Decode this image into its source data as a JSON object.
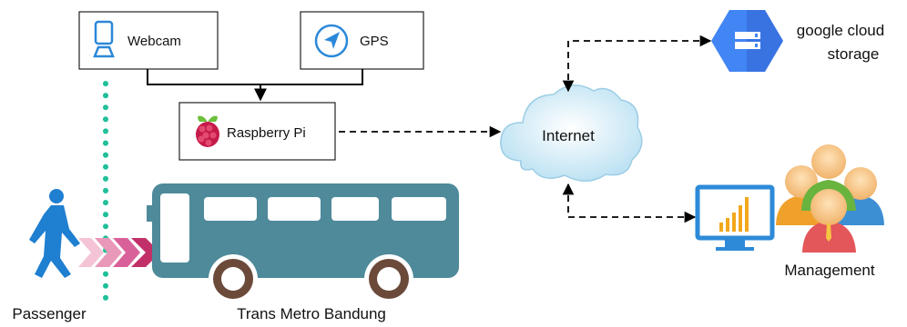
{
  "nodes": {
    "webcam": "Webcam",
    "gps": "GPS",
    "raspberry": "Raspberry Pi",
    "internet": "Internet",
    "cloud_storage_line1": "google cloud",
    "cloud_storage_line2": "storage",
    "management": "Management",
    "passenger": "Passenger",
    "bus": "Trans Metro Bandung"
  },
  "colors": {
    "bus": "#4e8a9a",
    "dotted_line": "#1fbf9a",
    "passenger": "#1f7fd0",
    "gcs": "#4285f4",
    "monitor": "#2d8ad8",
    "chevron_pink": "#e37aa8",
    "chevron_dark": "#c2306a"
  }
}
